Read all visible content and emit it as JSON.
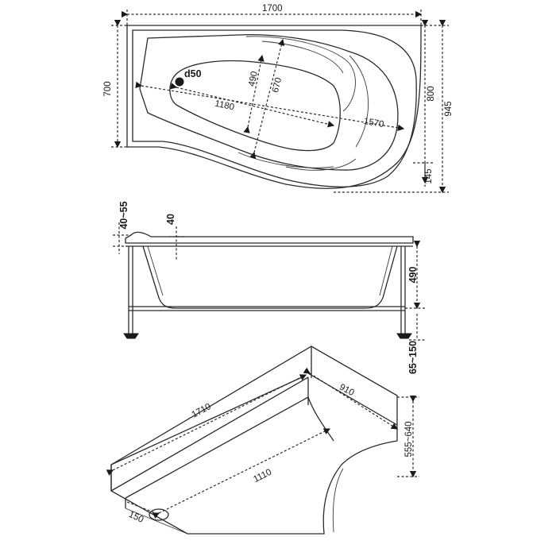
{
  "top_view": {
    "length": "1700",
    "width": "700",
    "drain": "d50",
    "inner_width": "490",
    "inner_width_wide": "670",
    "inner_length": "1180",
    "inner_diag": "1570",
    "total_width_800": "800",
    "total_width_945": "945",
    "offset_145": "145"
  },
  "side_view": {
    "rim_height": "40~55",
    "rim_thickness": "40",
    "depth": "490",
    "leg_height": "65~150"
  },
  "iso_view": {
    "length": "1710",
    "width": "910",
    "height": "555~640",
    "bottom_length": "1110",
    "drain_offset": "150"
  },
  "colors": {
    "line": "#2a2a2a",
    "background": "#ffffff"
  }
}
